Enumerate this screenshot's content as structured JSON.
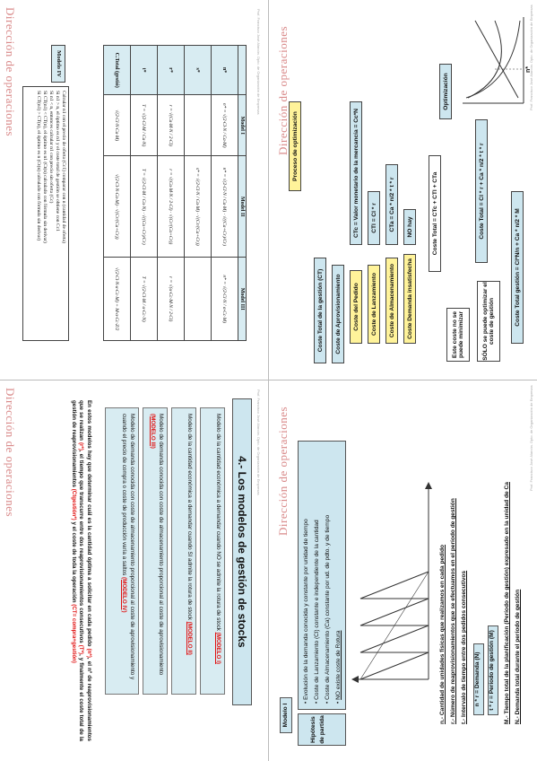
{
  "watermark": "Dirección de operaciones",
  "footer": "Prof. Francisco José Alarcón. Dpto. de Organización de Empresas",
  "panel1": {
    "title": "4.- Los modelos de gestión de stocks",
    "models": [
      {
        "text": "Modelo de la cantidad económica a demandar cuando  NO se admite la rotura de stock ",
        "tag": "(MODELO I)"
      },
      {
        "text": "Modelo de la cantidad económica a demandar cuando  SI admite la rotura de stock ",
        "tag": "(MODELO II)"
      },
      {
        "text": "Modelo de demanda conocida con coste de almacenamiento proporcional al coste de aprovisionamiento ",
        "tag": "(MODELO III)"
      },
      {
        "text": "Modelo de demanda conocida con coste de almacenamiento proporcional al coste de aprovisionamiento y cuando el precio de compra o coste de producción varía a saltos ",
        "tag": "(MODELO IV)"
      }
    ],
    "paragraph_parts": {
      "a": "En estos modelos hay que determinar cuál es la cantidad óptima a solicitar en cada pedido ",
      "b": "(n*)",
      "c": ", el nº de reaprovisionamientos que se realizan ",
      "d": "(r*)",
      "e": ", el tiempo que transcurre entre dos reaprovisionamientos consecutivos ",
      "f": "(T*)",
      "g": ", y finalmente el coste total de la gestión de reaprovisionamientos ",
      "h": "(Ctgestión*)",
      "i": " y el coste de toda la operación ",
      "j": "(CT= compra+gestión)"
    }
  },
  "panel2": {
    "headers": [
      "",
      "Model I",
      "Model II",
      "Model III"
    ],
    "rows": [
      {
        "label": "n*",
        "m1": "n* = √(2·Cl·N / Ca·M)",
        "m2": "n* = √(2·Cl·N / Ca·M) · √((Ca+Cr)/Cr)",
        "m3": "n* = √(2·Cl·N / α·Cc·M)"
      },
      {
        "label": "s*",
        "m1": "",
        "m2": "s* = √(2·Cl·N / Ca·M) · √(Cr/(Ca+Cr))",
        "m3": ""
      },
      {
        "label": "r*",
        "m1": "r = √(Ca·M·N / 2·Cl)",
        "m2": "r = √(Ca·M·N / 2·Cl) · √(Cr/(Ca+Cr))",
        "m3": "r = √(α·Cc·M·N / 2·Cl)"
      },
      {
        "label": "t*",
        "m1": "T = √(2·Cl·M / Ca·N)",
        "m2": "T = √(2·Cl·M / Ca·N) · √((Ca+Cr)/Cr)",
        "m3": "T = √(2·Cl·M / α·Cc·N)"
      },
      {
        "label": "C.Total (gestió)",
        "m1": "√(2·Cl·N·Ca·M)",
        "m2": "√(2·Cl·N·Ca·M) · √(Cr/(Ca+Cr))",
        "m3": "√(2·Cl·N·α·Cc·M) + M·α·Cc·Z/2"
      }
    ],
    "model4_label": "Modelo IV",
    "notes": [
      "Calcular n1 con el precio de oferta (Cc1) comparar con n (cantidad de oferta)",
      "Si n1 > n, el óptimo es n1 y el coste total de gestión se obtiene con Cc1",
      "Si n1 < n, entonces calcular n1 con precio sin oferta (Cc)",
      "Si CT(n1) < CT(n), el óptimo es n1 (Ct(n) calculado con fórmula sin derivar)",
      "Si CT(n1) > CT(n), el óptimo es n (Ct(n) calculado con fórmula sin derivar)"
    ]
  },
  "panel3": {
    "model_label": "Modelo I",
    "hyp_label": "Hipótesis de partida",
    "hypotheses": [
      "Evolución de la demanda  conocida y constante por unidad de tiempo",
      "Coste de Lanzamiento (Cl) constante e independiente de la cantidad",
      "Coste de Almacenamiento (Ca) constante por ud. de  pdto. y de tiempo",
      "NO existe coste de Rotura"
    ],
    "defs": [
      "n.- Cantidad de unidades físicas que realizamos en cada pedido",
      "r.- Número de reaprovisionamientos que se efectuamos en el período de gestión",
      "t.- Intervalo de tiempo entre dos pedidos consecutivos",
      "n * r = Demanda (N)",
      "t * r = Período de gestión (M)",
      "M.- Tiempo total de la planificación (Período de gestión) expresado en la unidad de Ca",
      "N.- Demanda total durante el período de gestión"
    ]
  },
  "panel4": {
    "process_title": "Proceso de optimización",
    "coste_total": "Coste Total de la gestión (CT)",
    "items": [
      "Coste de Aprovisionamiento",
      "Coste del Pedido",
      "Coste de Lanzamiento",
      "Coste de Almacenamiento",
      "Coste Demanda insatisfecha"
    ],
    "formulas": [
      "CTc = Valor monetario de la mercancía = Cc*N",
      "CTl = Cl * r",
      "CTa = Ca * n/2 * t * r",
      "NO hay"
    ],
    "sum": "Coste Total = CTc + CTl + CTa",
    "note1": "Este coste no se puede minimizar",
    "note2": "SÓLO se puede optimizar el coste de gestión",
    "opt_title": "Optimización",
    "gestion1": "Coste Total = Cl * r + Ca * n/2 * t * r",
    "gestion2": "Coste Total gestión = Cl*N/n + Ca * n/2 * M",
    "axis_label": "n*"
  }
}
